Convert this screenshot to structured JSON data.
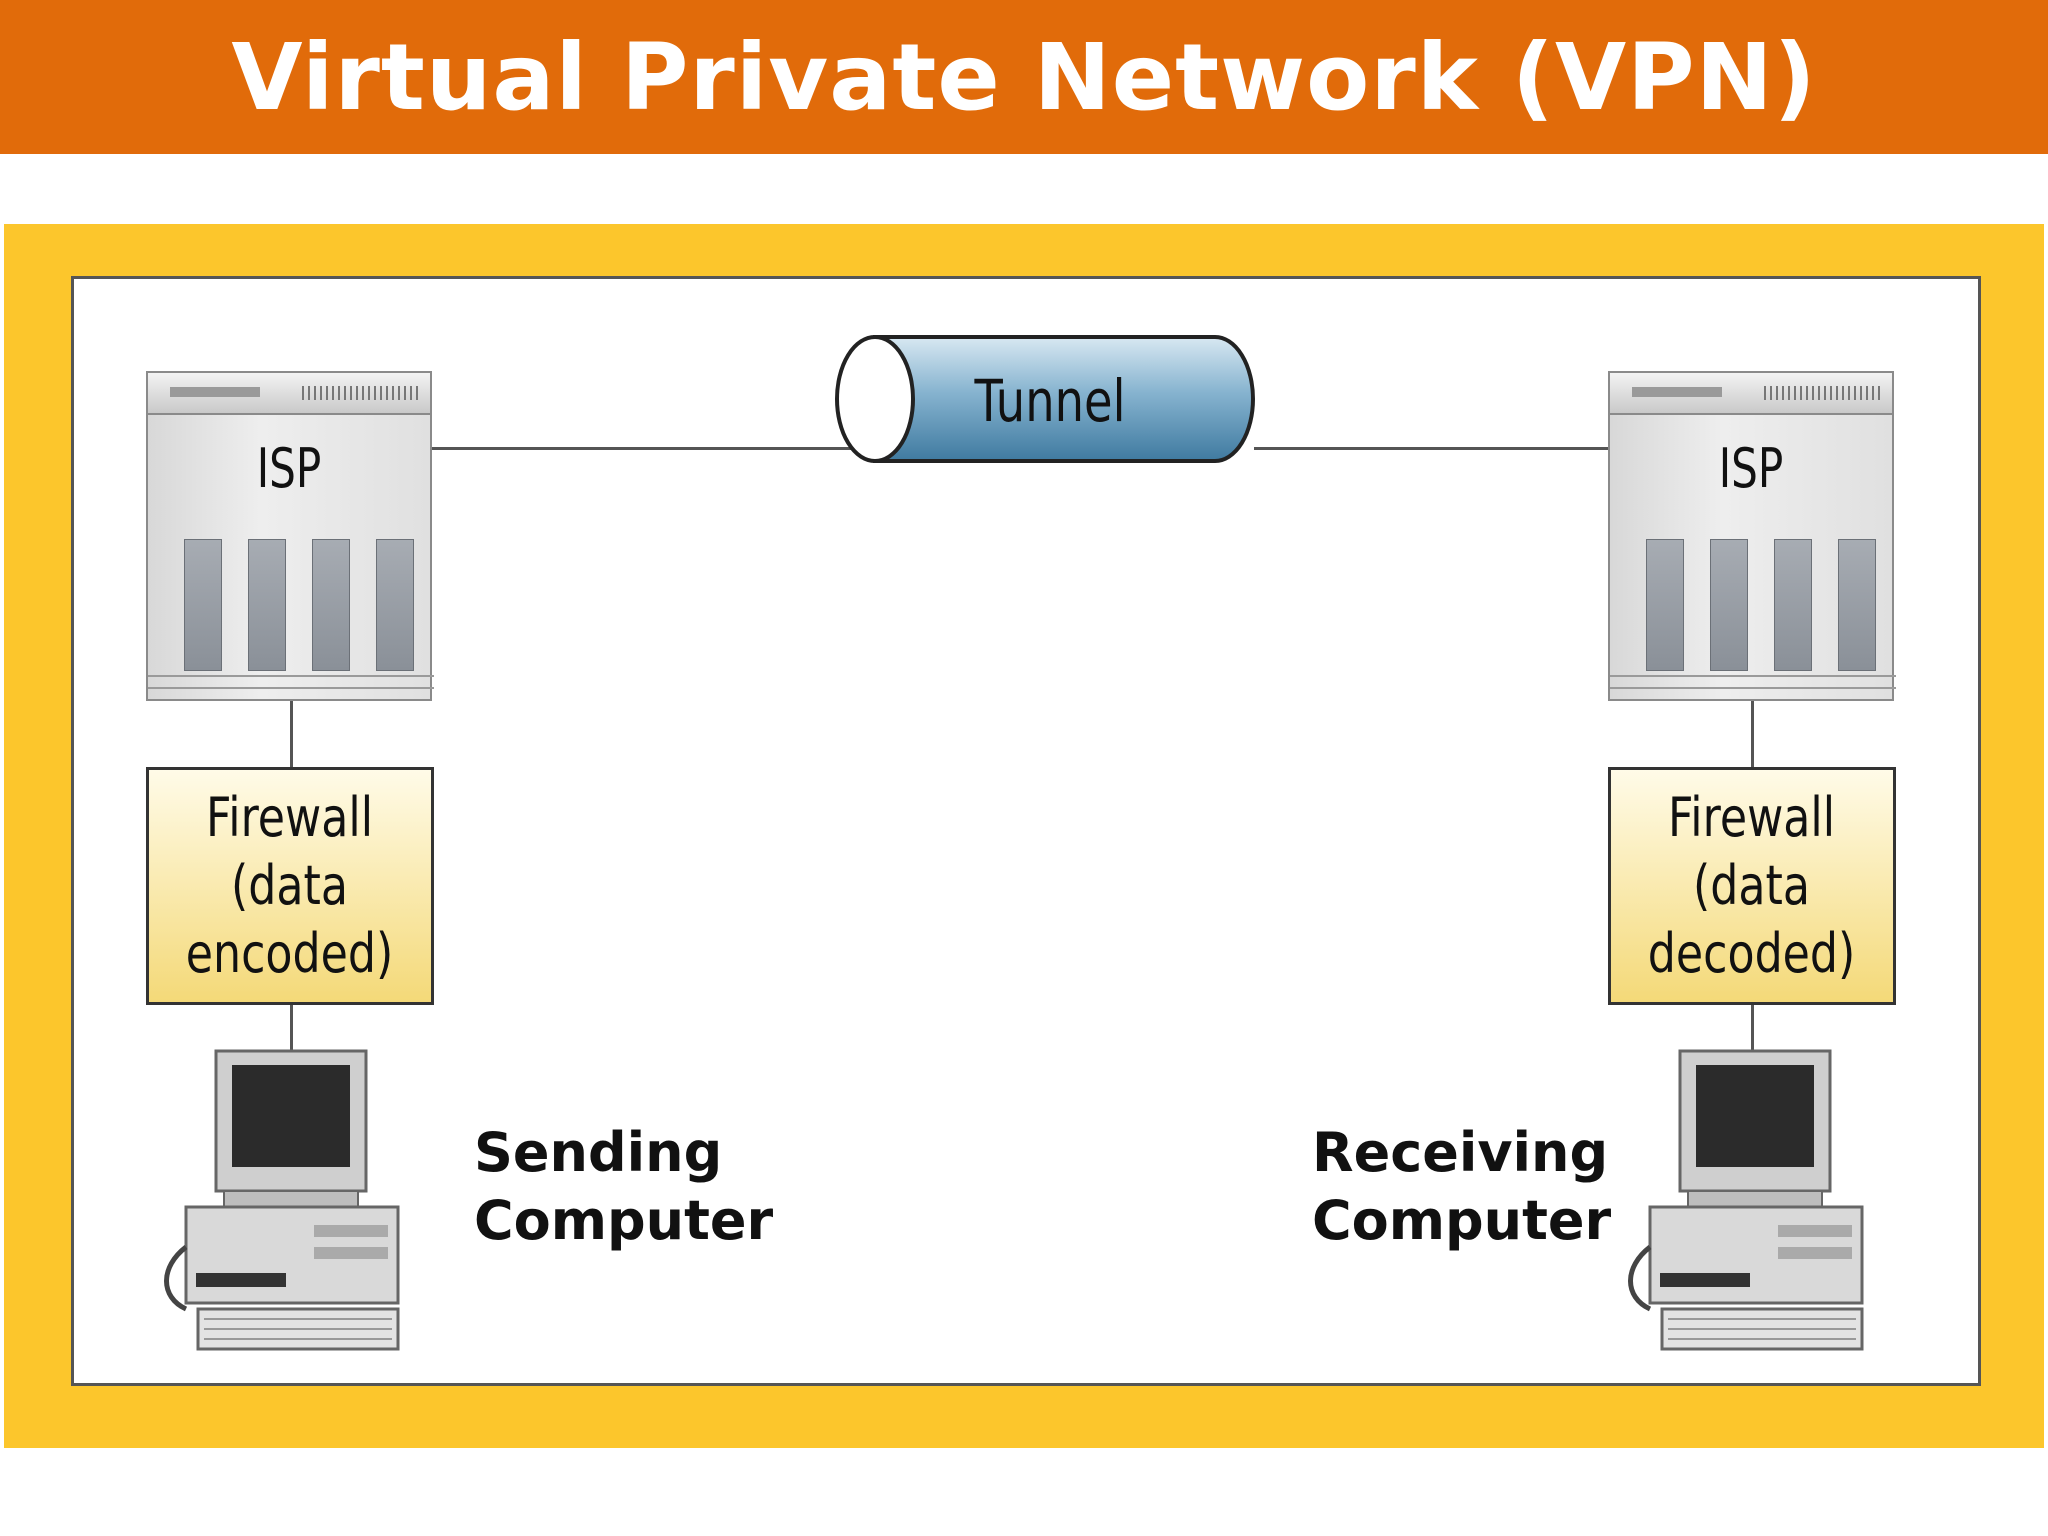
{
  "colors": {
    "title_bar": "#e16b0a",
    "frame": "#fcc62c",
    "tunnel": "#4f8fb5",
    "firewall": "#f8e08a"
  },
  "title": "Virtual Private Network (VPN)",
  "diagram": {
    "tunnel_label": "Tunnel",
    "left": {
      "isp_label": "ISP",
      "firewall_label": "Firewall\n(data\nencoded)",
      "computer_label": "Sending\nComputer",
      "icons": [
        "server-icon",
        "computer-icon"
      ]
    },
    "right": {
      "isp_label": "ISP",
      "firewall_label": "Firewall\n(data\ndecoded)",
      "computer_label": "Receiving\nComputer",
      "icons": [
        "server-icon",
        "computer-icon"
      ]
    }
  }
}
